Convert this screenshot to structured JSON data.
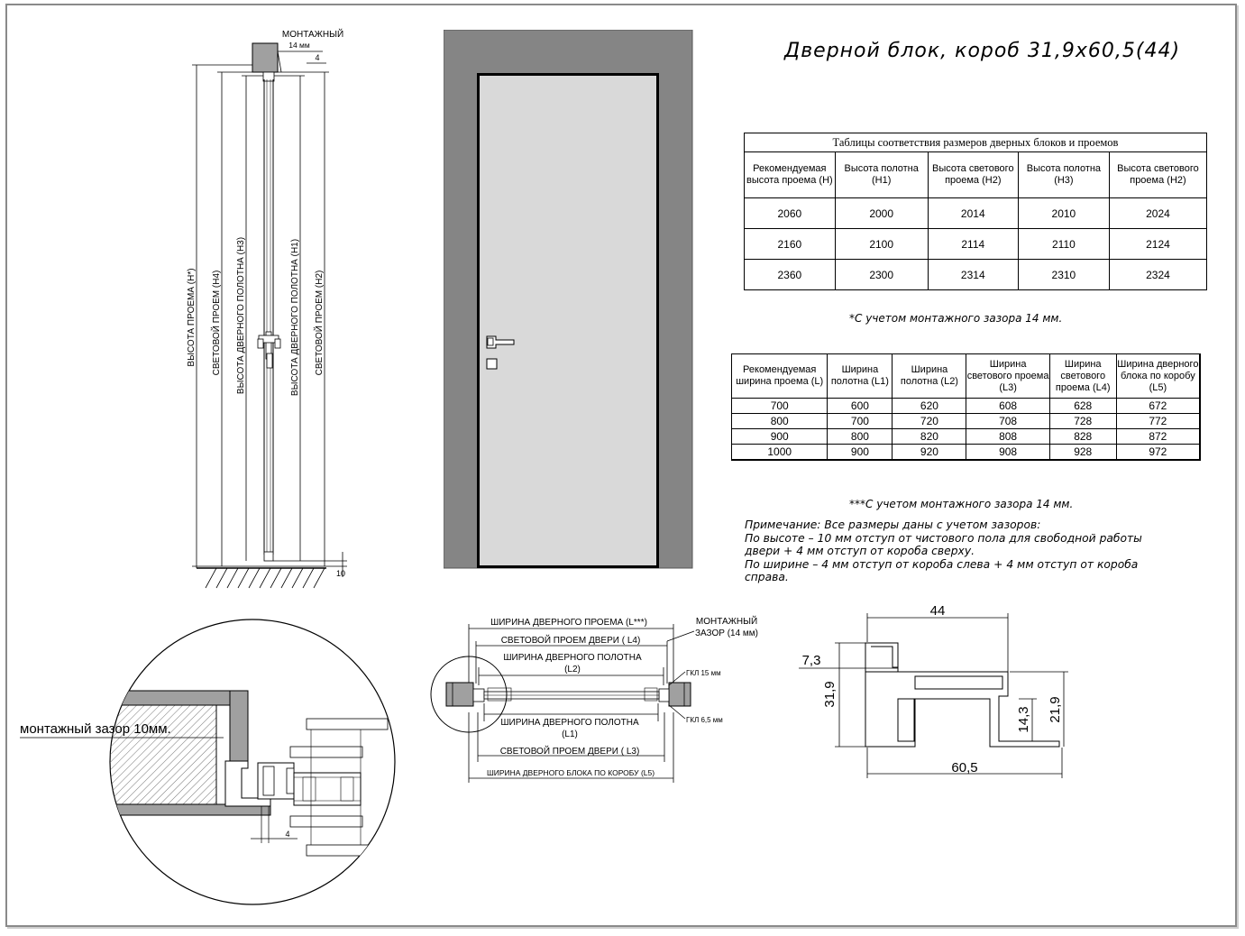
{
  "title": "Дверной блок, короб 31,9х60,5(44)",
  "side_section": {
    "mount_label": "МОНТАЖНЫЙ",
    "mount_value": "14 мм",
    "top_gap": "4",
    "bottom_gap": "10",
    "dims": [
      "ВЫСОТА ПРОЕМА (H*)",
      "СВЕТОВОЙ ПРОЕМ (H4)",
      "ВЫСОТА ДВЕРНОГО ПОЛОТНА (H3)",
      "ВЫСОТА ДВЕРНОГО ПОЛОТНА (H1)",
      "СВЕТОВОЙ ПРОЕМ (H2)"
    ]
  },
  "height_table": {
    "caption": "Таблицы соответствия размеров дверных блоков и проемов",
    "headers": [
      "Рекомендуемая высота проема (H)",
      "Высота полотна (H1)",
      "Высота светового проема (H2)",
      "Высота полотна (H3)",
      "Высота светового проема (H2)"
    ],
    "rows": [
      [
        "2060",
        "2000",
        "2014",
        "2010",
        "2024"
      ],
      [
        "2160",
        "2100",
        "2114",
        "2110",
        "2124"
      ],
      [
        "2360",
        "2300",
        "2314",
        "2310",
        "2324"
      ]
    ]
  },
  "height_note": "*С учетом монтажного зазора 14 мм.",
  "width_table": {
    "headers": [
      "Рекомендуемая ширина проема (L)",
      "Ширина полотна (L1)",
      "Ширина полотна (L2)",
      "Ширина светового проема (L3)",
      "Ширина светового проема (L4)",
      "Ширина дверного блока по коробу (L5)"
    ],
    "rows": [
      [
        "700",
        "600",
        "620",
        "608",
        "628",
        "672"
      ],
      [
        "800",
        "700",
        "720",
        "708",
        "728",
        "772"
      ],
      [
        "900",
        "800",
        "820",
        "808",
        "828",
        "872"
      ],
      [
        "1000",
        "900",
        "920",
        "908",
        "928",
        "972"
      ]
    ]
  },
  "width_note": "***С учетом монтажного зазора 14 мм.",
  "remark_lines": [
    "Примечание: Все размеры даны с учетом зазоров:",
    "По высоте – 10 мм отступ от чистового пола для свободной работы",
    "двери + 4 мм отступ от короба сверху.",
    "По ширине – 4 мм отступ от короба слева + 4 мм отступ от короба",
    "справа."
  ],
  "plan_section": {
    "dims": [
      "ШИРИНА ДВЕРНОГО ПРОЕМА (L***)",
      "СВЕТОВОЙ ПРОЕМ ДВЕРИ ( L4)",
      "ШИРИНА ДВЕРНОГО ПОЛОТНА",
      "(L2)",
      "ШИРИНА ДВЕРНОГО ПОЛОТНА",
      "(L1)",
      "СВЕТОВОЙ ПРОЕМ ДВЕРИ ( L3)",
      "ШИРИНА ДВЕРНОГО БЛОКА ПО КОРОБУ (L5)"
    ],
    "mount_label_1": "МОНТАЖНЫЙ",
    "mount_label_2": "ЗАЗОР (14 мм)",
    "gkl_15": "ГКЛ 15 мм",
    "gkl_65": "ГКЛ 6,5 мм"
  },
  "zoom_detail": {
    "gap_label": "монтажный зазор 10мм.",
    "gap_dim": "4"
  },
  "profile": {
    "width_top": "44",
    "width_bottom": "60,5",
    "height_left": "31,9",
    "lip": "7,3",
    "inner_height": "14,3",
    "right_height": "21,9"
  },
  "colors": {
    "frame": "#8a8a8a",
    "door_frame": "#858585",
    "door_leaf": "#d9d9d9",
    "section_fill": "#a0a0a0"
  }
}
